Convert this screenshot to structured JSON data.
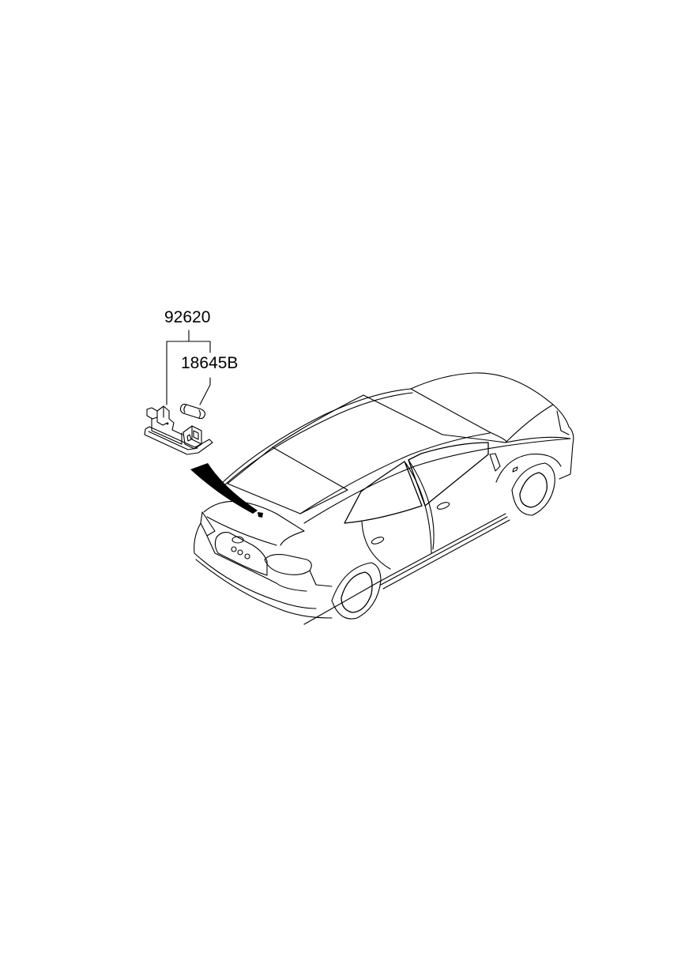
{
  "diagram": {
    "type": "parts-exploded-view",
    "background_color": "#ffffff",
    "line_color": "#000000",
    "subject": "sedan rear three-quarter view",
    "callouts": [
      {
        "id": "92620",
        "label": "92620",
        "part": "license-plate-lamp-assembly"
      },
      {
        "id": "18645B",
        "label": "18645B",
        "part": "bulb"
      }
    ],
    "leader_arrow": {
      "from": "license-plate-lamp-assembly",
      "to": "trunk-lid-rear-location"
    }
  }
}
